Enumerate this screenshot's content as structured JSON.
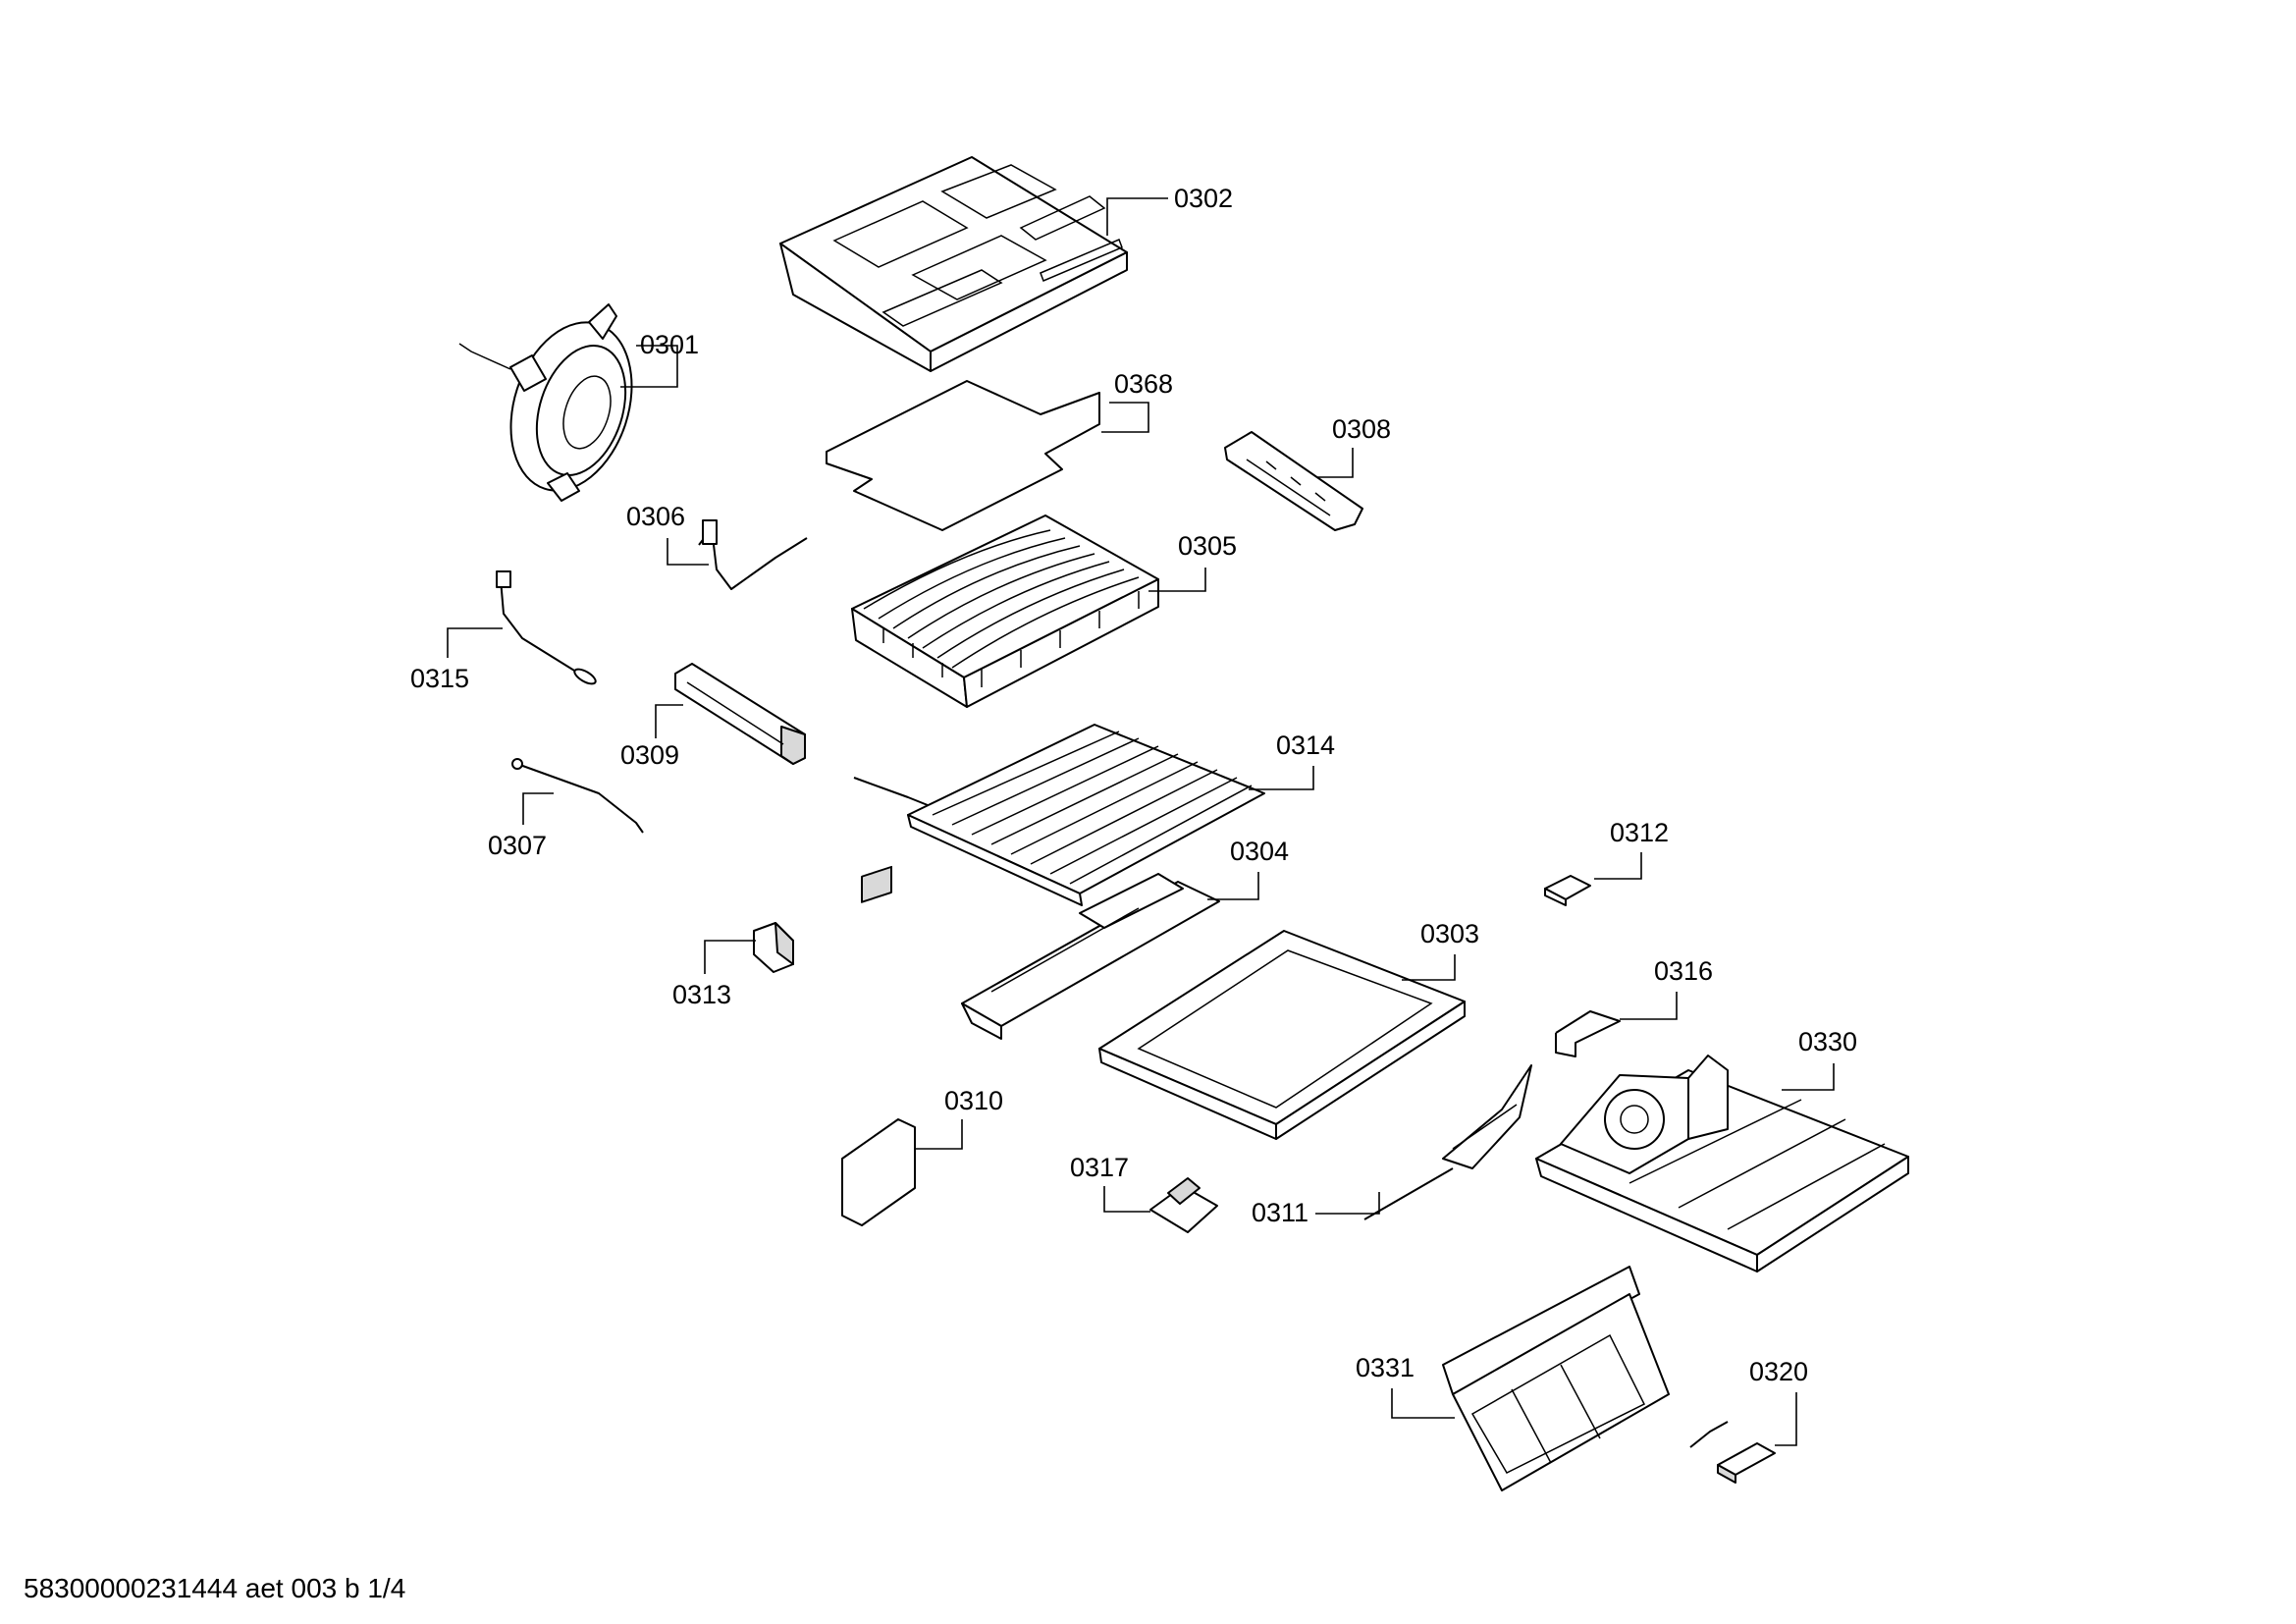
{
  "callouts": {
    "p0301": "0301",
    "p0302": "0302",
    "p0303": "0303",
    "p0304": "0304",
    "p0305": "0305",
    "p0306": "0306",
    "p0307": "0307",
    "p0308": "0308",
    "p0309": "0309",
    "p0310": "0310",
    "p0311": "0311",
    "p0312": "0312",
    "p0313": "0313",
    "p0314": "0314",
    "p0315": "0315",
    "p0316": "0316",
    "p0317": "0317",
    "p0320": "0320",
    "p0330": "0330",
    "p0331": "0331",
    "p0368": "0368"
  },
  "footer": "58300000231444 aet 003 b 1/4"
}
